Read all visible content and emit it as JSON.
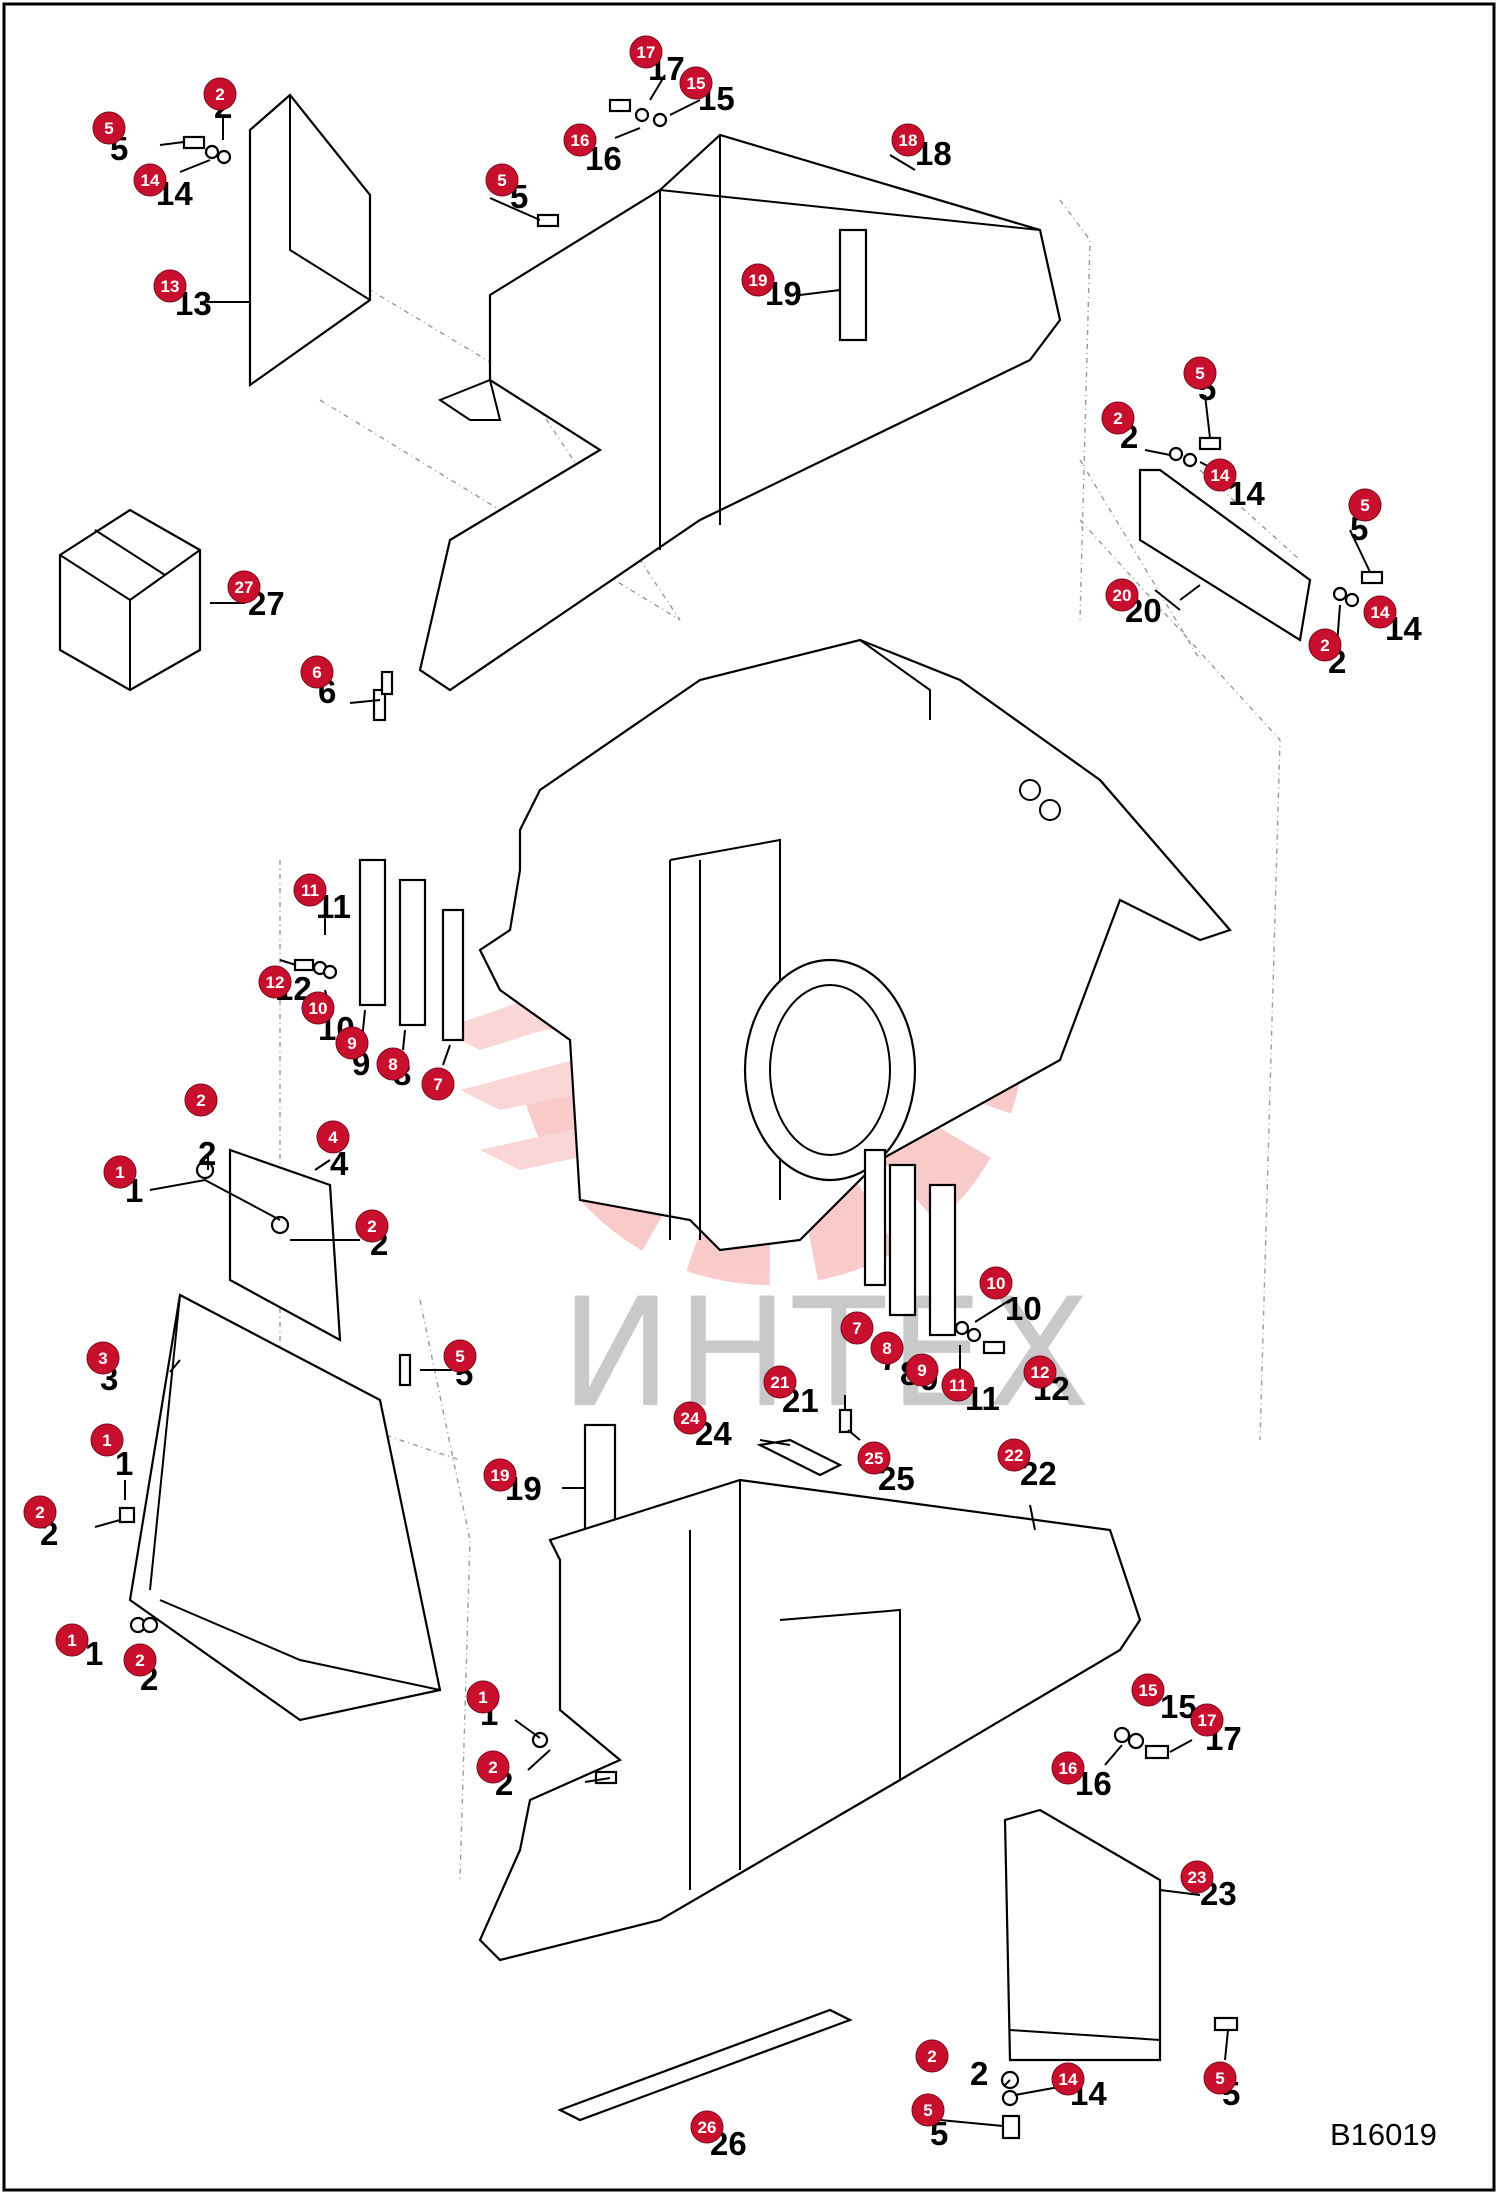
{
  "drawing_code": "B16019",
  "watermark": "ИНТЕХ",
  "colors": {
    "badge": "#c8102e",
    "watermark": "#f08a8a",
    "frame": "#000000"
  },
  "callouts": [
    {
      "n": "1",
      "label": "1"
    },
    {
      "n": "2",
      "label": "2"
    },
    {
      "n": "3",
      "label": "3"
    },
    {
      "n": "4",
      "label": "4"
    },
    {
      "n": "5",
      "label": "5"
    },
    {
      "n": "6",
      "label": "6"
    },
    {
      "n": "7",
      "label": "7"
    },
    {
      "n": "8",
      "label": "8"
    },
    {
      "n": "9",
      "label": "9"
    },
    {
      "n": "10",
      "label": "10"
    },
    {
      "n": "11",
      "label": "11"
    },
    {
      "n": "12",
      "label": "12"
    },
    {
      "n": "13",
      "label": "13"
    },
    {
      "n": "14",
      "label": "14"
    },
    {
      "n": "15",
      "label": "15"
    },
    {
      "n": "16",
      "label": "16"
    },
    {
      "n": "17",
      "label": "17"
    },
    {
      "n": "18",
      "label": "18"
    },
    {
      "n": "19",
      "label": "19"
    },
    {
      "n": "20",
      "label": "20"
    },
    {
      "n": "21",
      "label": "21"
    },
    {
      "n": "22",
      "label": "22"
    },
    {
      "n": "23",
      "label": "23"
    },
    {
      "n": "24",
      "label": "24"
    },
    {
      "n": "25",
      "label": "25"
    },
    {
      "n": "26",
      "label": "26"
    },
    {
      "n": "27",
      "label": "27"
    }
  ]
}
